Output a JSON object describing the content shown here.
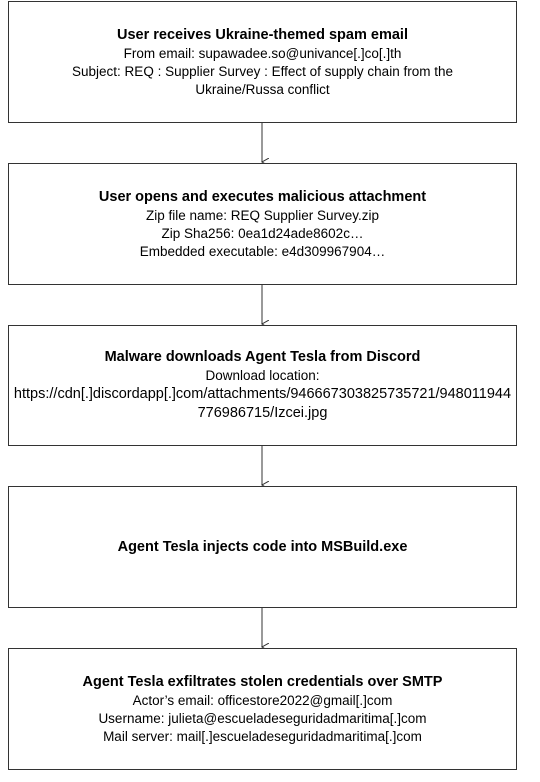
{
  "steps": [
    {
      "title": "User receives Ukraine-themed spam email",
      "lines": [
        "From email: supawadee.so@univance[.]co[.]th",
        "Subject: REQ : Supplier Survey : Effect of supply chain from the",
        "Ukraine/Russa conflict"
      ]
    },
    {
      "title": "User opens and executes malicious attachment",
      "lines": [
        "Zip file name: REQ Supplier Survey.zip",
        "Zip Sha256: 0ea1d24ade8602c…",
        "Embedded executable: e4d309967904…"
      ]
    },
    {
      "title": "Malware downloads Agent Tesla from Discord",
      "lines": [
        "Download location:"
      ],
      "url": "https://cdn[.]discordapp[.]com/attachments/946667303825735721/948011944776986715/Izcei.jpg"
    },
    {
      "title": "Agent Tesla injects code into MSBuild.exe",
      "lines": []
    },
    {
      "title": "Agent Tesla exfiltrates stolen credentials over SMTP",
      "lines": [
        "Actor’s email: officestore2022@gmail[.]com",
        "Username: julieta@escueladeseguridadmaritima[.]com",
        "Mail server: mail[.]escueladeseguridadmaritima[.]com"
      ]
    }
  ],
  "colors": {
    "border": "#333333",
    "arrow": "#333333",
    "text": "#000000"
  }
}
